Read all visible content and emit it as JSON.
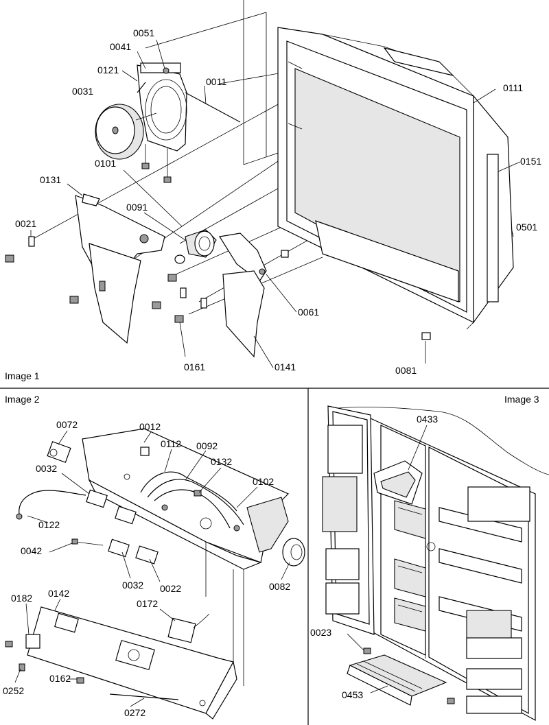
{
  "panels": [
    {
      "title": "Image 1",
      "labels": [
        "0051",
        "0041",
        "0121",
        "0011",
        "0031",
        "0111",
        "0101",
        "0151",
        "0131",
        "0091",
        "0021",
        "0501",
        "0061",
        "0161",
        "0141",
        "0081"
      ]
    },
    {
      "title": "Image 2",
      "labels": [
        "0072",
        "0012",
        "0112",
        "0092",
        "0032",
        "0132",
        "0102",
        "0122",
        "0042",
        "0032",
        "0022",
        "0082",
        "0182",
        "0142",
        "0172",
        "0162",
        "0252",
        "0272"
      ]
    },
    {
      "title": "Image 3",
      "labels": [
        "0433",
        "0023",
        "0453"
      ]
    }
  ]
}
